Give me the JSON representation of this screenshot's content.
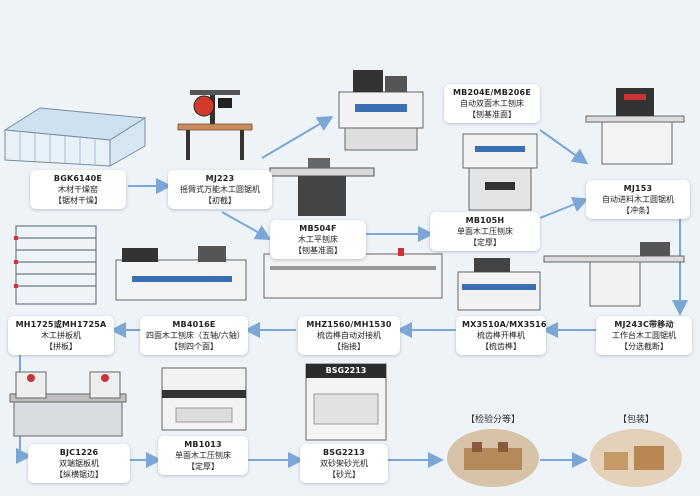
{
  "colors": {
    "background": "#eef3f8",
    "arrow": "#7aa7d6",
    "label_bg": "#ffffff"
  },
  "machines": [
    {
      "id": "bgk",
      "model": "BGK6140E",
      "name": "木材干燥窑",
      "step": "【锯材干燥】",
      "icon": "drying-kiln"
    },
    {
      "id": "mj223",
      "model": "MJ223",
      "name": "摇臂式万能木工圆锯机",
      "step": "【初截】",
      "icon": "radial-arm-saw"
    },
    {
      "id": "mb504f",
      "model": "MB504F",
      "name": "木工平刨床",
      "step": "【刨基准面】",
      "icon": "jointer"
    },
    {
      "id": "mb204e",
      "model": "MB204E/MB206E",
      "name": "自动双面木工刨床",
      "step": "【刨基准面】",
      "icon": "double-planer"
    },
    {
      "id": "mb105h",
      "model": "MB105H",
      "name": "单面木工压刨床",
      "step": "【定厚】",
      "icon": "thickness-planer"
    },
    {
      "id": "mj153",
      "model": "MJ153",
      "name": "自动进料木工圆锯机",
      "step": "【冲条】",
      "icon": "rip-saw"
    },
    {
      "id": "mj243c",
      "model": "MJ243C带移动",
      "name": "工作台木工圆锯机",
      "step": "【分选截断】",
      "icon": "sliding-table-saw"
    },
    {
      "id": "mx3510a",
      "model": "MX3510A/MX3516",
      "name": "梳齿榫开榫机",
      "step": "【梳齿榫】",
      "icon": "finger-shaper"
    },
    {
      "id": "mhz1560",
      "model": "MHZ1560/MH1530",
      "name": "梳齿榫自动对接机",
      "step": "【指接】",
      "icon": "finger-jointer"
    },
    {
      "id": "mb4016e",
      "model": "MB4016E",
      "name": "四面木工刨床（五轴/六轴）",
      "step": "【刨四个面】",
      "icon": "four-side-moulder"
    },
    {
      "id": "mh1725",
      "model": "MH1725或MH1725A",
      "name": "木工拼板机",
      "step": "【拼板】",
      "icon": "clamp-carrier"
    },
    {
      "id": "bjc1226",
      "model": "BJC1226",
      "name": "双端锯板机",
      "step": "【纵横锯边】",
      "icon": "double-end-saw"
    },
    {
      "id": "mb1013",
      "model": "MB1013",
      "name": "单面木工压刨床",
      "step": "【定厚】",
      "icon": "wide-planer"
    },
    {
      "id": "bsg2213",
      "model": "BSG2213",
      "name": "双砂架砂光机",
      "step": "【砂光】",
      "icon": "wide-belt-sander"
    }
  ],
  "stages": [
    {
      "id": "inspect",
      "label": "【检验分等】",
      "icon": "inspection-photo"
    },
    {
      "id": "pack",
      "label": "【包装】",
      "icon": "packaging-photo"
    }
  ],
  "machine_branding": {
    "sander_badge": "BSG2213"
  }
}
